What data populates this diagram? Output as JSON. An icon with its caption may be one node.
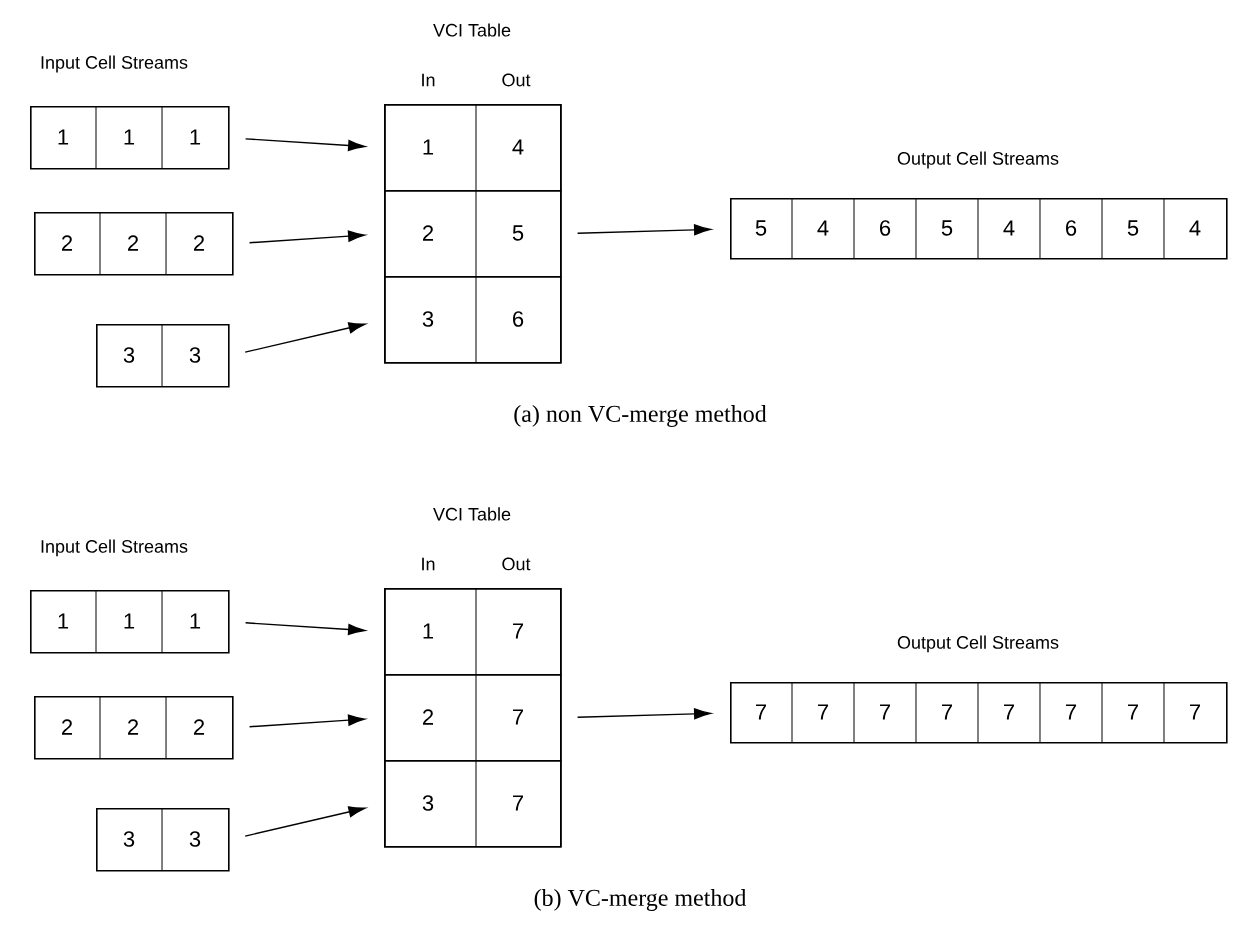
{
  "diagram": {
    "nodes": [
      {
        "text": [
          "1",
          "1",
          "1"
        ]
      },
      {
        "text": [
          "2",
          "2",
          "2"
        ]
      },
      {
        "text": [
          "3",
          "3"
        ]
      },
      {
        "text": [
          "VCI Table",
          "In",
          "Out"
        ]
      },
      {
        "text": [
          "1",
          "4"
        ],
        "in": 3
      },
      {
        "text": [
          "2",
          "5"
        ],
        "in": 3
      },
      {
        "text": [
          "3",
          "6"
        ],
        "in": 3
      },
      {
        "text": [
          "Output Cell Streams",
          "5",
          "4",
          "6",
          "5",
          "4",
          "6",
          "5",
          "4"
        ]
      },
      {
        "text": [
          "1",
          "1",
          "1"
        ]
      },
      {
        "text": [
          "2",
          "2",
          "2"
        ]
      },
      {
        "text": [
          "3",
          "3"
        ]
      },
      {
        "text": [
          "VCI Table",
          "In",
          "Out"
        ]
      },
      {
        "text": [
          "1",
          "7"
        ],
        "in": 11
      },
      {
        "text": [
          "2",
          "7"
        ],
        "in": 11
      },
      {
        "text": [
          "3",
          "7"
        ],
        "in": 11
      },
      {
        "text": [
          "Output Cell Streams",
          "7",
          "7",
          "7",
          "7",
          "7",
          "7",
          "7",
          "7"
        ]
      }
    ],
    "edges": [
      {
        "from": 0,
        "to": 4,
        "arrow": "to"
      },
      {
        "from": 1,
        "to": 5,
        "arrow": "to"
      },
      {
        "from": 2,
        "to": 6,
        "arrow": "to"
      },
      {
        "from": 3,
        "to": 7,
        "arrow": "to"
      },
      {
        "from": 8,
        "to": 12,
        "arrow": "to"
      },
      {
        "from": 9,
        "to": 13,
        "arrow": "to"
      },
      {
        "from": 10,
        "to": 14,
        "arrow": "to"
      },
      {
        "from": 11,
        "to": 15,
        "arrow": "to"
      }
    ],
    "labels": [
      "Input Cell Streams",
      "(a) non VC-merge method",
      "Input Cell Streams",
      "(b) VC-merge method"
    ]
  }
}
